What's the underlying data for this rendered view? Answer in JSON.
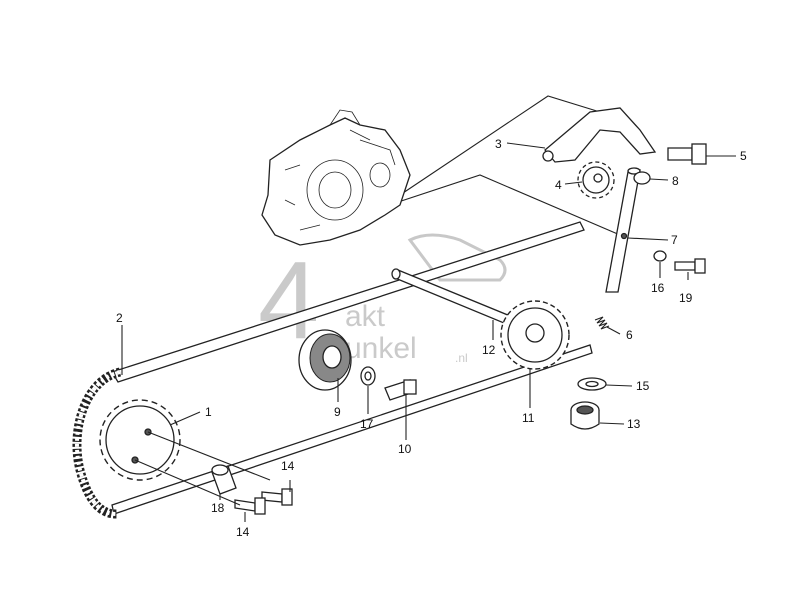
{
  "watermark": {
    "main": "4",
    "line1": "akt",
    "line2": "unkel",
    "suffix": ".nl"
  },
  "labels": [
    {
      "id": "1",
      "text": "1"
    },
    {
      "id": "2",
      "text": "2"
    },
    {
      "id": "3",
      "text": "3"
    },
    {
      "id": "4",
      "text": "4"
    },
    {
      "id": "5",
      "text": "5"
    },
    {
      "id": "6",
      "text": "6"
    },
    {
      "id": "7",
      "text": "7"
    },
    {
      "id": "8",
      "text": "8"
    },
    {
      "id": "9",
      "text": "9"
    },
    {
      "id": "10",
      "text": "10"
    },
    {
      "id": "11",
      "text": "11"
    },
    {
      "id": "12",
      "text": "12"
    },
    {
      "id": "13",
      "text": "13"
    },
    {
      "id": "14a",
      "text": "14"
    },
    {
      "id": "14b",
      "text": "14"
    },
    {
      "id": "15",
      "text": "15"
    },
    {
      "id": "16",
      "text": "16"
    },
    {
      "id": "17",
      "text": "17"
    },
    {
      "id": "18",
      "text": "18"
    },
    {
      "id": "19",
      "text": "19"
    }
  ]
}
